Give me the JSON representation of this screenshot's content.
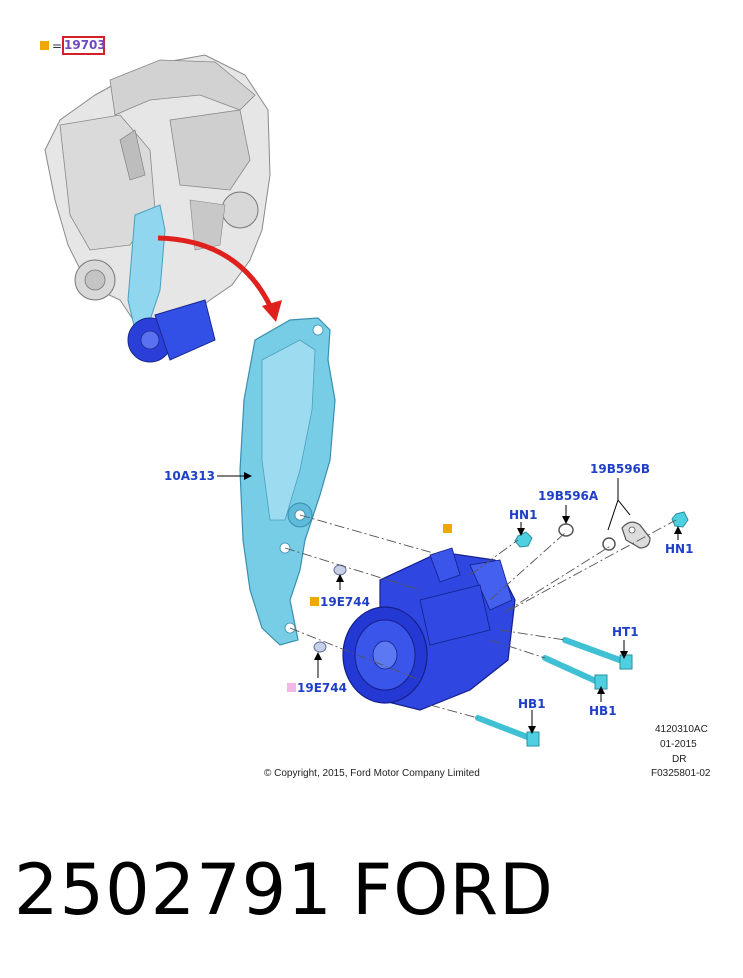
{
  "legend": {
    "symbol_color": "#f0a800",
    "equals": "=",
    "ref": "19703"
  },
  "labels": {
    "bracket": "10A313",
    "hose_b": "19B596B",
    "hose_a": "19B596A",
    "nut_left": "HN1",
    "nut_right": "HN1",
    "stud_orange": "19E744",
    "stud_pink": "19E744",
    "bolt_ht1": "HT1",
    "bolt_hb1_right": "HB1",
    "bolt_hb1_lower": "HB1"
  },
  "markers": {
    "orange": "#f0a800",
    "pink": "#f4b8e8"
  },
  "meta": {
    "line1": "4120310AC",
    "line2": "01-2015",
    "line3": "DR",
    "line4": "F0325801-02"
  },
  "copyright": "© Copyright, 2015, Ford Motor Company Limited",
  "footer": {
    "part_number": "2502791",
    "brand": "FORD"
  },
  "colors": {
    "label_blue": "#1f3fc8",
    "part_cyan": "#6fd0e8",
    "compressor_blue": "#2a3fd8",
    "arrow_red": "#e0201c"
  }
}
